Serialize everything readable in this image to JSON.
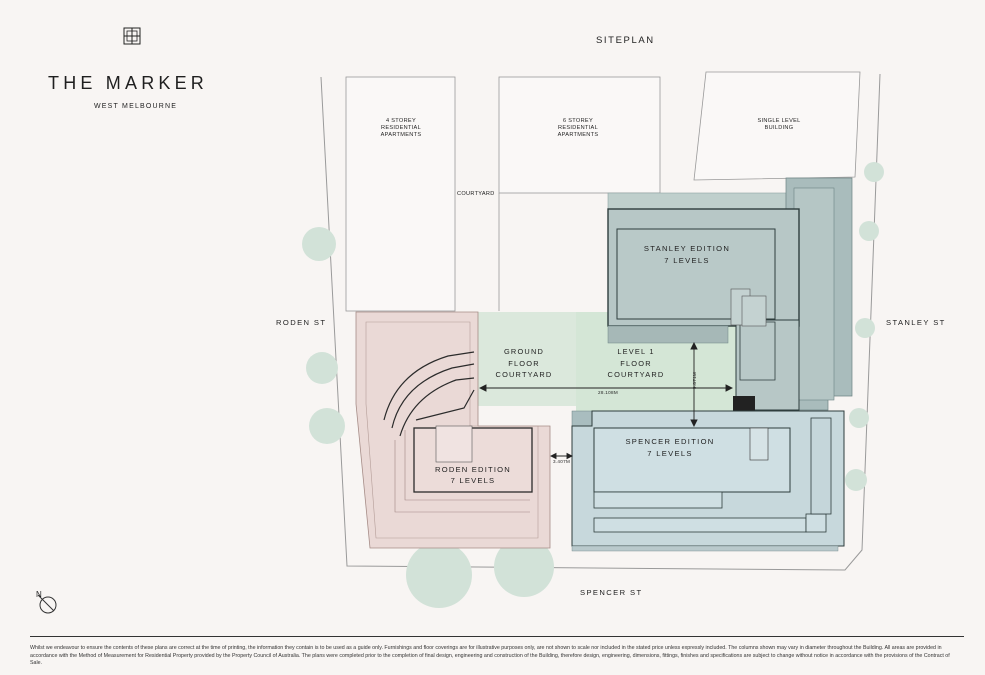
{
  "brand": {
    "title": "THE MARKER",
    "subtitle": "WEST MELBOURNE",
    "logo_icon": "building-logo-icon"
  },
  "page_title": "SITEPLAN",
  "streets": {
    "west": "RODEN ST",
    "east": "STANLEY ST",
    "south": "SPENCER ST"
  },
  "neighbours": {
    "left_l1": "4 STOREY",
    "left_l2": "RESIDENTIAL",
    "left_l3": "APARTMENTS",
    "mid_l1": "6 STOREY",
    "mid_l2": "RESIDENTIAL",
    "mid_l3": "APARTMENTS",
    "right_l1": "SINGLE LEVEL",
    "right_l2": "BUILDING",
    "courtyard": "COURTYARD"
  },
  "buildings": {
    "stanley_name": "STANLEY EDITION",
    "stanley_levels": "7 LEVELS",
    "spencer_name": "SPENCER EDITION",
    "spencer_levels": "7 LEVELS",
    "roden_name": "RODEN EDITION",
    "roden_levels": "7 LEVELS"
  },
  "courtyards": {
    "ground_l1": "GROUND",
    "ground_l2": "FLOOR",
    "ground_l3": "COURTYARD",
    "level1_l1": "LEVEL 1",
    "level1_l2": "FLOOR",
    "level1_l3": "COURTYARD"
  },
  "dimensions": {
    "horizontal": "28.108M",
    "vertical": "9.871M",
    "gap": "3.407M"
  },
  "colors": {
    "stanley": "#b7c7c6",
    "spencer": "#cfdfe3",
    "roden": "#ead9d6",
    "courtyard": "#dbe8dc",
    "tree": "#d2e2d8",
    "background": "#f8f5f3"
  },
  "compass_label": "N",
  "disclaimer": "Whilst we endeavour to ensure the contents of these plans are correct at the time of printing, the information they contain is to be used as a guide only. Furnishings and floor coverings are for illustrative purposes only, are not shown to scale nor included in the stated price unless expressly included. The columns shown may vary in diameter throughout the Building. All areas are provided in accordance with the Method of Measurement for Residential Property provided by the Property Council of Australia. The plans were completed prior to the completion of final design, engineering and construction of the Building, therefore design, engineering, dimensions, fittings, finishes and specifications are subject to change without notice in accordance with the provisions of the Contract of Sale."
}
